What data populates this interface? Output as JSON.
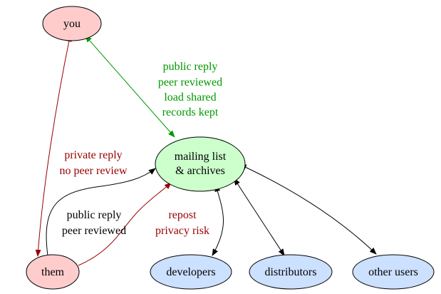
{
  "colors": {
    "background": "#ffffff",
    "node_stroke": "#000000",
    "you_fill": "#ffcccc",
    "them_fill": "#ffcccc",
    "list_fill": "#ccffcc",
    "other_fill": "#cce0ff",
    "green": "#009900",
    "dark_red": "#990000",
    "black": "#000000"
  },
  "nodes": {
    "you": "you",
    "mailing_list_line1": "mailing list",
    "mailing_list_line2": "& archives",
    "them": "them",
    "developers": "developers",
    "distributors": "distributors",
    "other_users": "other users"
  },
  "edges": {
    "you_list": [
      "public reply",
      "peer reviewed",
      "load shared",
      "records kept"
    ],
    "you_them": [
      "private reply",
      "no peer review"
    ],
    "list_them_public": [
      "public reply",
      "peer reviewed"
    ],
    "them_list_repost": [
      "repost",
      "privacy risk"
    ]
  }
}
